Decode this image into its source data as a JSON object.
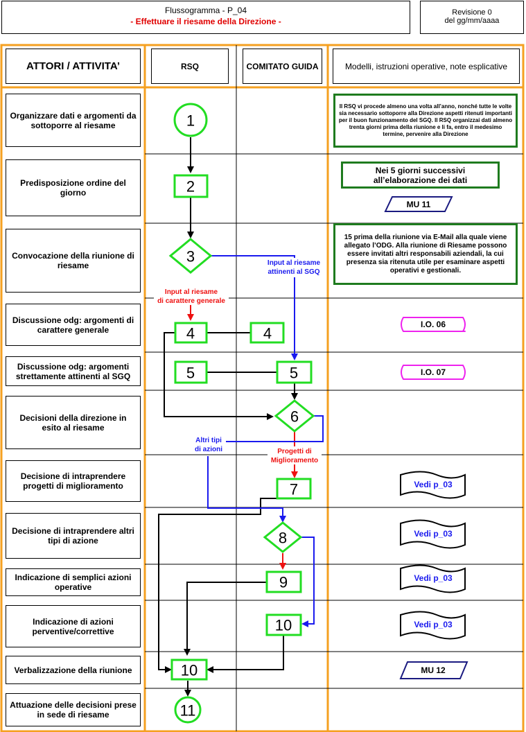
{
  "header": {
    "title": "Flussogramma - P_04",
    "subtitle": "- Effettuare il riesame della Direzione -",
    "revision": "Revisione 0",
    "revision_date": "del gg/mm/aaaa"
  },
  "columns": {
    "actors": "ATTORI / ATTIVITA’",
    "rsq": "RSQ",
    "committee": "COMITATO GUIDA",
    "models": "Modelli, istruzioni operative, note esplicative"
  },
  "activities": [
    "Organizzare dati e argomenti da sottoporre al riesame",
    "Predisposizione ordine del giorno",
    "Convocazione della riunione di riesame",
    "Discussione odg: argomenti di carattere generale",
    "Discussione odg: argomenti strettamente attinenti al SGQ",
    "Decisioni della direzione in esito al riesame",
    "Decisione di intraprendere progetti di miglioramento",
    "Decisione di intraprendere altri tipi di azione",
    "Indicazione di semplici azioni operative",
    "Indicazione di azioni perventive/correttive",
    "Verbalizzazione della riunione",
    "Attuazione delle decisioni prese in sede di riesame"
  ],
  "nodes": {
    "n1": "1",
    "n2": "2",
    "n3": "3",
    "n4a": "4",
    "n4b": "4",
    "n5a": "5",
    "n5b": "5",
    "n6": "6",
    "n7": "7",
    "n8": "8",
    "n9": "9",
    "n10a": "10",
    "n10b": "10",
    "n11": "11"
  },
  "labels": {
    "input_general_1": "Input al riesame",
    "input_general_2": "di carattere generale",
    "input_sgq_1": "Input al riesame",
    "input_sgq_2": "attinenti al SGQ",
    "other_actions_1": "Altri tipi",
    "other_actions_2": "di azioni",
    "improvement_1": "Progetti di",
    "improvement_2": "Miglioramento"
  },
  "notes": {
    "note1": "Il RSQ vi procede almeno una volta all’anno, nonché tutte le volte sia necessario sottoporre alla Direzione aspetti ritenuti importanti per il buon funzionamento del SGQ. Il RSQ organizzai dati almeno trenta giorni prima della riunione e li fa, entro il medesimo termine, pervenire alla Direzione",
    "note2": "Nei 5 giorni successivi all’elaborazione dei dati",
    "note3": "15 prima della riunione via E-Mail alla quale viene allegato l’ODG. Alla riunione di Riesame possono essere invitati altri responsabili aziendali, la cui presenza sia ritenuta utile per esaminare aspetti operativi e gestionali."
  },
  "models": {
    "mu11": "MU 11",
    "io06": "I.O. 06",
    "io07": "I.O. 07",
    "vedi1": "Vedi p_03",
    "vedi2": "Vedi p_03",
    "vedi3": "Vedi p_03",
    "vedi4": "Vedi p_03",
    "mu12": "MU 12"
  },
  "colors": {
    "orange": "#f5a020",
    "green": "#22dd22",
    "dark_green": "#1e7b1e",
    "blue": "#1a1aee",
    "red": "#ee1111",
    "magenta": "#ee22ee",
    "navy": "#1a1a80"
  }
}
